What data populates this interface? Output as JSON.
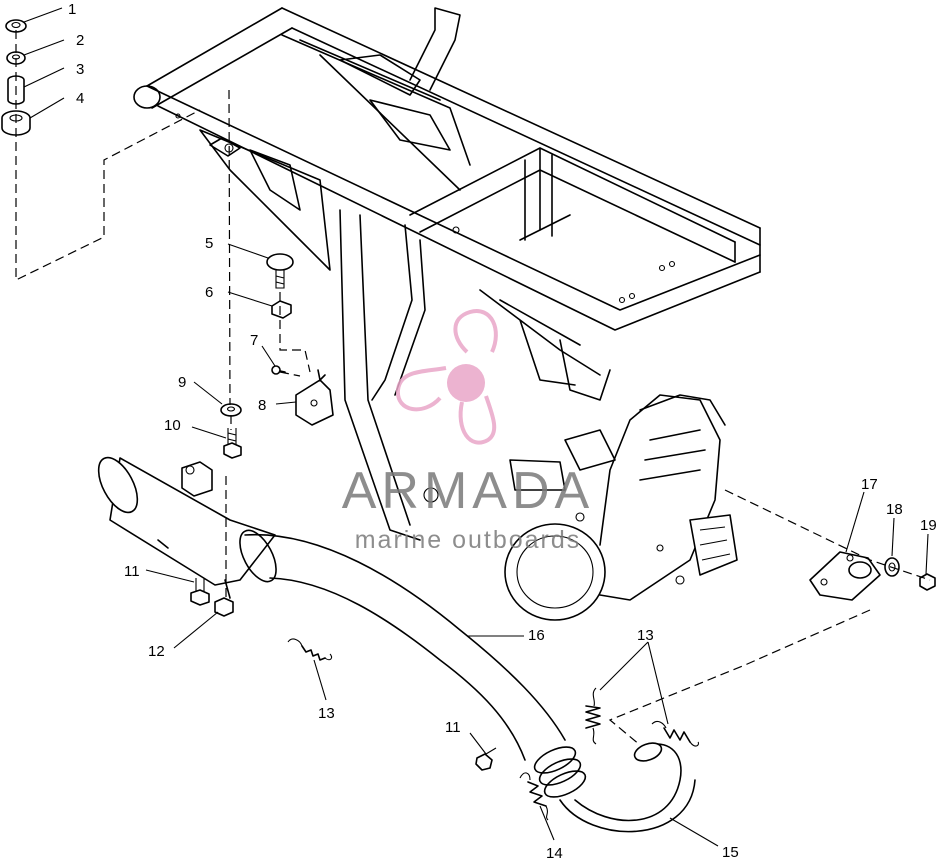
{
  "callouts": [
    {
      "id": "c1",
      "label": "1"
    },
    {
      "id": "c2",
      "label": "2"
    },
    {
      "id": "c3",
      "label": "3"
    },
    {
      "id": "c4",
      "label": "4"
    },
    {
      "id": "c5",
      "label": "5"
    },
    {
      "id": "c6",
      "label": "6"
    },
    {
      "id": "c7",
      "label": "7"
    },
    {
      "id": "c8",
      "label": "8"
    },
    {
      "id": "c9",
      "label": "9"
    },
    {
      "id": "c10",
      "label": "10"
    },
    {
      "id": "c11a",
      "label": "11"
    },
    {
      "id": "c11b",
      "label": "11"
    },
    {
      "id": "c12",
      "label": "12"
    },
    {
      "id": "c13a",
      "label": "13"
    },
    {
      "id": "c13b",
      "label": "13"
    },
    {
      "id": "c14",
      "label": "14"
    },
    {
      "id": "c15",
      "label": "15"
    },
    {
      "id": "c16",
      "label": "16"
    },
    {
      "id": "c17",
      "label": "17"
    },
    {
      "id": "c18",
      "label": "18"
    },
    {
      "id": "c19",
      "label": "19"
    }
  ],
  "watermark": {
    "brand": "ARMADA",
    "tagline": "marine outboards",
    "colors": {
      "logo": "#e9a6c8",
      "text": "#7a7a7a"
    }
  }
}
